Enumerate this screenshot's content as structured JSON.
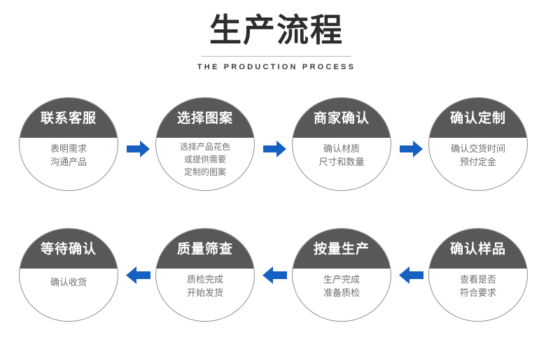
{
  "header": {
    "title": "生产流程",
    "subtitle": "THE PRODUCTION PROCESS"
  },
  "colors": {
    "node_top": "#585858",
    "node_border": "#8f8f8f",
    "node_title_text": "#ffffff",
    "node_body_text": "#6f6f6f",
    "arrow": "#1560c0",
    "title_text": "#2c2c2c",
    "background": "#ffffff"
  },
  "flow": {
    "row1_direction": "right",
    "row2_direction": "left",
    "steps": [
      {
        "index": 1,
        "title": "联系客服",
        "lines": [
          "表明需求",
          "沟通产品"
        ]
      },
      {
        "index": 2,
        "title": "选择图案",
        "lines": [
          "选择产品花色",
          "或提供需要",
          "定制的图案"
        ]
      },
      {
        "index": 3,
        "title": "商家确认",
        "lines": [
          "确认材质",
          "尺寸和数量"
        ]
      },
      {
        "index": 4,
        "title": "确认定制",
        "lines": [
          "确认交货时间",
          "预付定金"
        ]
      },
      {
        "index": 5,
        "title": "确认样品",
        "lines": [
          "查看是否",
          "符合要求"
        ]
      },
      {
        "index": 6,
        "title": "按量生产",
        "lines": [
          "生产完成",
          "准备质检"
        ]
      },
      {
        "index": 7,
        "title": "质量筛查",
        "lines": [
          "质检完成",
          "开始发货"
        ]
      },
      {
        "index": 8,
        "title": "等待确认",
        "lines": [
          "确认收货"
        ]
      }
    ]
  }
}
